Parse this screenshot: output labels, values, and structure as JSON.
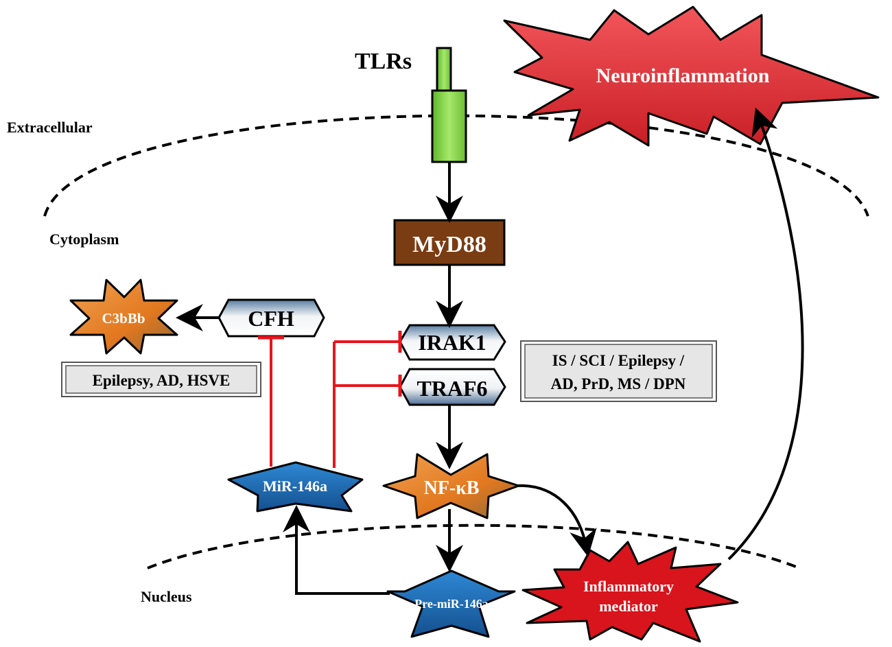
{
  "regions": {
    "extracellular": "Extracellular",
    "cytoplasm": "Cytoplasm",
    "nucleus": "Nucleus"
  },
  "nodes": {
    "tlrs": "TLRs",
    "neuroinflammation": "Neuroinflammation",
    "myd88": "MyD88",
    "irak1": "IRAK1",
    "traf6": "TRAF6",
    "cfh": "CFH",
    "c3bbb": "C3bBb",
    "nfkb": "NF-κB",
    "mir146a": "MiR-146a",
    "pre_mir146a": "Pre-miR-146a",
    "inflammatory_mediator_line1": "Inflammatory",
    "inflammatory_mediator_line2": "mediator"
  },
  "disease_boxes": {
    "complement": "Epilepsy, AD, HSVE",
    "signaling_line1": "IS / SCI / Epilepsy /",
    "signaling_line2": "AD, PrD, MS / DPN"
  },
  "colors": {
    "tlr_green": "#8fd94a",
    "myd88_brown": "#7a3c12",
    "neuro_red": "#e0353a",
    "mediator_red": "#d8141c",
    "orange": "#e87f2e",
    "blue": "#1e6fb8",
    "inhibit_red": "#e8141c",
    "box_gray": "#e6e6e6"
  }
}
